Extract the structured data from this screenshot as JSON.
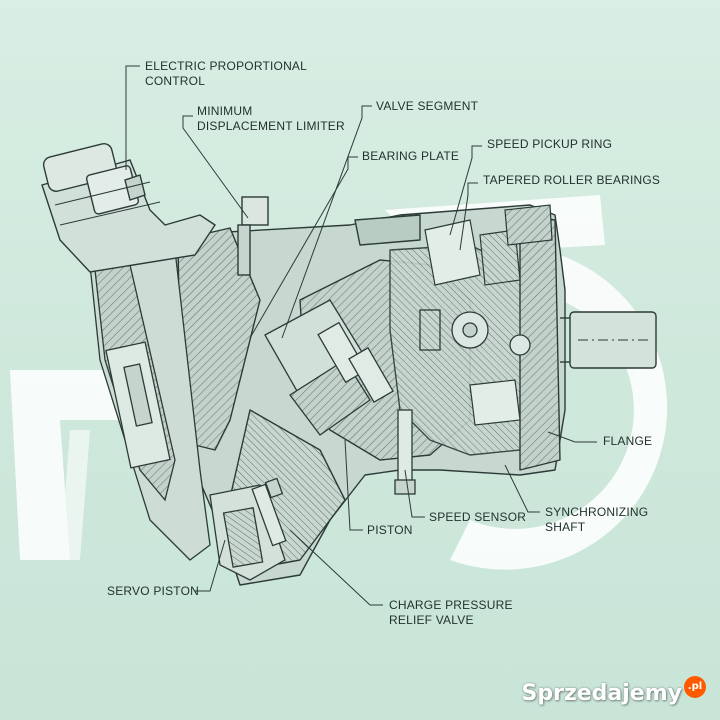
{
  "labels": {
    "electric_proportional_control": [
      "ELECTRIC PROPORTIONAL",
      "CONTROL"
    ],
    "minimum_displacement_limiter": [
      "MINIMUM",
      "DISPLACEMENT LIMITER"
    ],
    "valve_segment": "VALVE SEGMENT",
    "bearing_plate": "BEARING PLATE",
    "speed_pickup_ring": "SPEED PICKUP RING",
    "tapered_roller_bearings": "TAPERED ROLLER BEARINGS",
    "flange": "FLANGE",
    "synchronizing_shaft": [
      "SYNCHRONIZING",
      "SHAFT"
    ],
    "speed_sensor": "SPEED SENSOR",
    "piston": "PISTON",
    "servo_piston": "SERVO PISTON",
    "charge_pressure_relief_valve": [
      "CHARGE PRESSURE",
      "RELIEF VALVE"
    ]
  },
  "watermark": {
    "text": "Sprzedajemy",
    "badge": ".pl",
    "badge_color": "#ff5a00"
  },
  "colors": {
    "background": "#cfe8dc",
    "line": "#2c3b37",
    "hatch": "#6f807a",
    "body_fill": "#b7c9c1",
    "white_logo": "#ffffff"
  }
}
